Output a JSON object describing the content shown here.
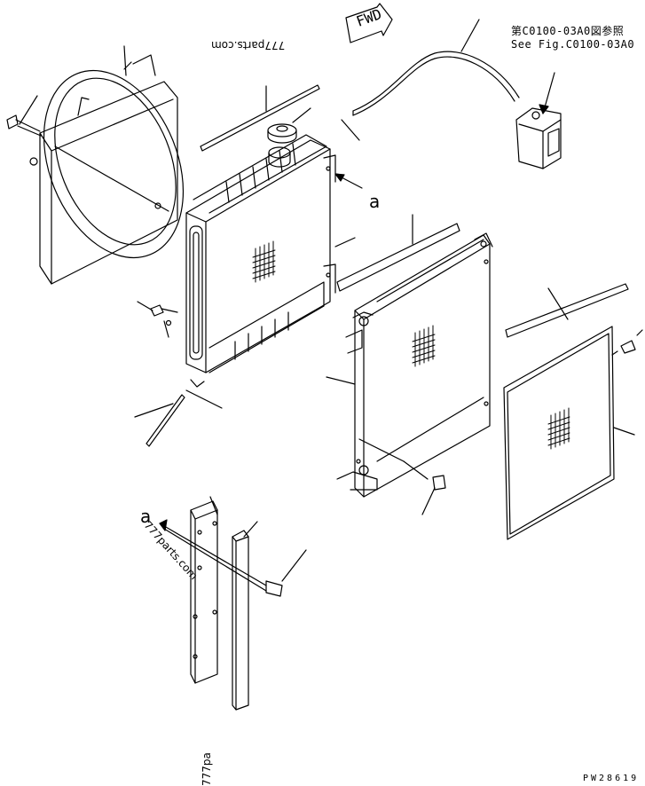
{
  "diagram": {
    "fwd_label": "FWD",
    "reference": {
      "line_jp": "第C0100-03A0図参照",
      "line_en": "See Fig.C0100-03A0"
    },
    "view_marker_upper": "a",
    "view_marker_lower": "a",
    "watermark_top": "777parts.com",
    "watermark_middle": "777parts.com",
    "watermark_bottom": "777pa",
    "drawing_code": "PW28619"
  }
}
